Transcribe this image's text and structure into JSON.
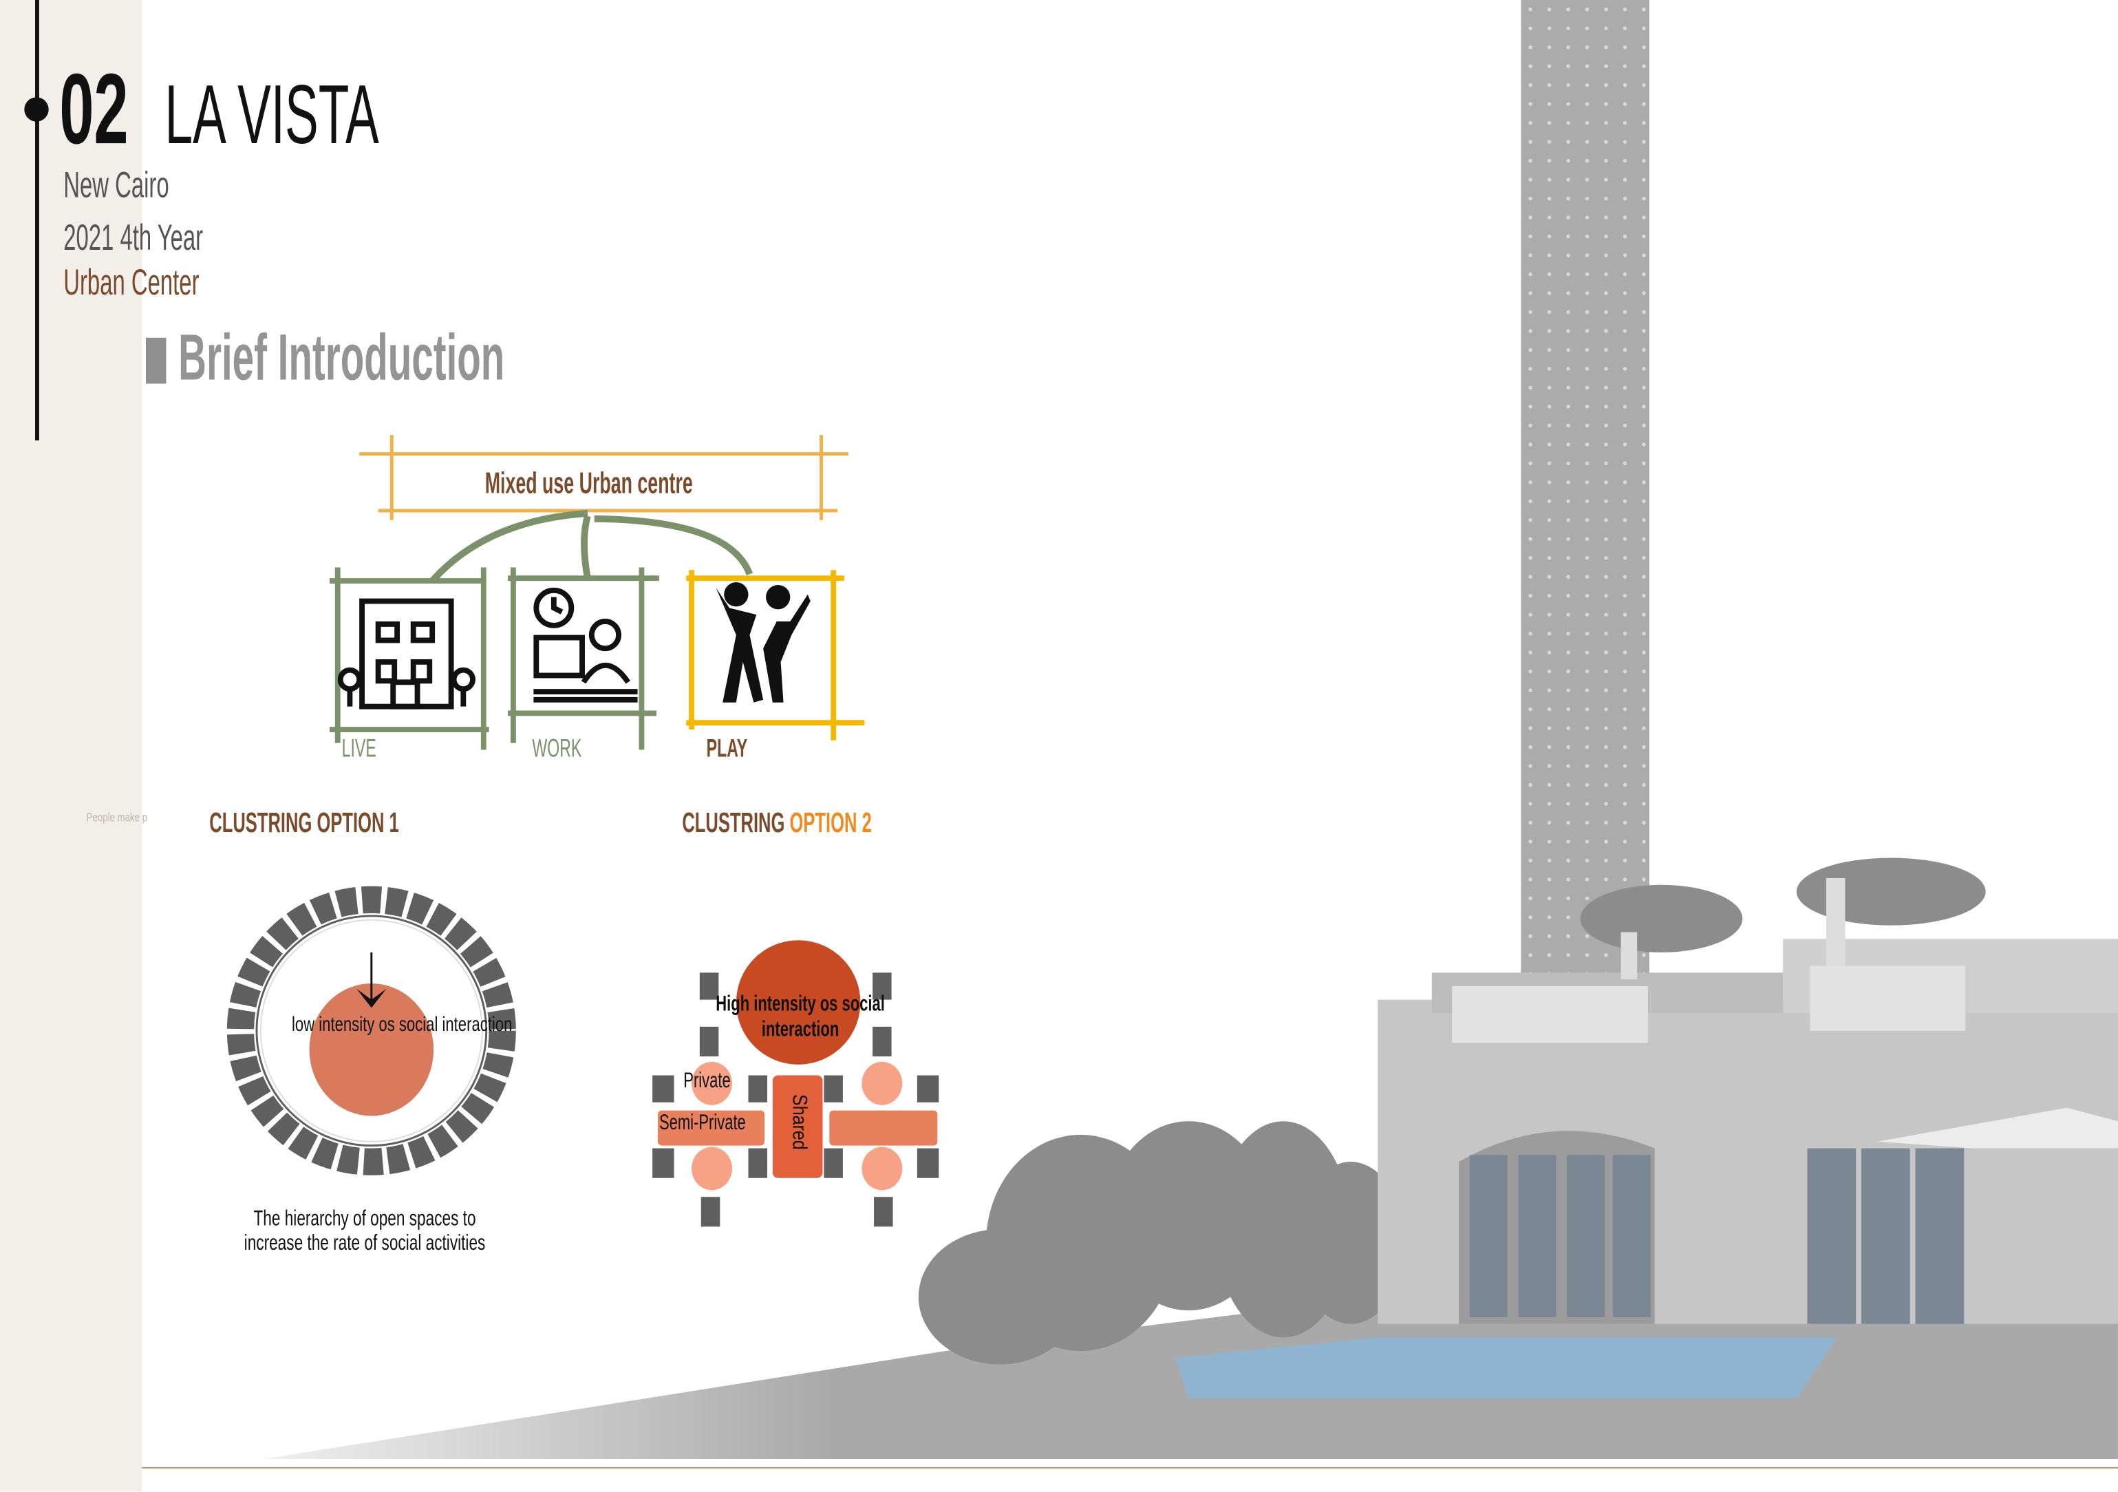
{
  "header": {
    "number": "02",
    "project": "LA VISTA",
    "location": "New Cairo",
    "year": "2021 4th Year",
    "type": "Urban Center"
  },
  "section": {
    "title": "Brief Introduction"
  },
  "diagram": {
    "main_label": "Mixed use Urban centre",
    "items": [
      {
        "label": "LIVE",
        "icon": "building-icon"
      },
      {
        "label": "WORK",
        "icon": "office-worker-icon"
      },
      {
        "label": "PLAY",
        "icon": "dancing-people-icon"
      }
    ]
  },
  "options": {
    "option1": {
      "title": "CLUSTRING OPTION 1",
      "center_text": "low intensity os social interaction",
      "caption_line1": "The hierarchy of open spaces to",
      "caption_line2": "increase the rate of social activities"
    },
    "option2": {
      "title_part1": "CLUSTRING ",
      "title_part2": "OPTION 2",
      "center_text_line1": "High intensity os social",
      "center_text_line2": "interaction",
      "private": "Private",
      "semi_private": "Semi-Private",
      "shared": "Shared"
    }
  },
  "side_note": "People make p",
  "colors": {
    "brown": "#7b4a2a",
    "orange": "#f08a1c",
    "green": "#7a9169",
    "yellow": "#f5b800",
    "terracotta": "#d97a5c",
    "dark_orange": "#c84a22",
    "gray": "#5f5f5f"
  }
}
